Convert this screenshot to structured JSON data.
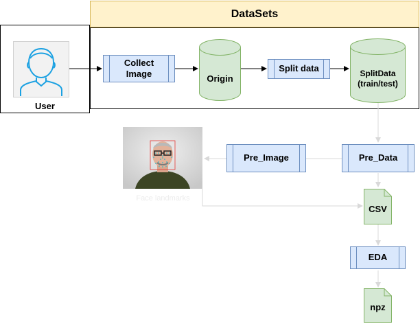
{
  "header": {
    "title": "DataSets"
  },
  "user": {
    "label": "User"
  },
  "nodes": {
    "collect_image": "Collect\nImage",
    "origin": "Origin",
    "split_data": "Split data",
    "split_data_store": "SplitData\n(train/test)",
    "pre_data": "Pre_Data",
    "pre_image": "Pre_Image",
    "csv": "CSV",
    "eda": "EDA",
    "npz": "npz"
  },
  "photo": {
    "caption": "Face landmarks"
  },
  "colors": {
    "header_fill": "#fff2cc",
    "header_stroke": "#d6b656",
    "process_fill": "#dae8fc",
    "process_stroke": "#6c8ebf",
    "store_fill": "#d5e8d4",
    "store_stroke": "#82b366",
    "light_connector": "#d9d9d9",
    "user_icon": "#1ba1e2"
  }
}
